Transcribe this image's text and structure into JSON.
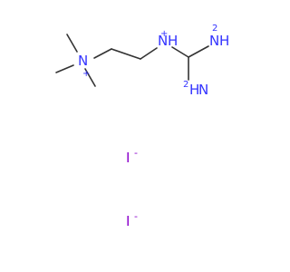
{
  "molecule": {
    "atoms": {
      "quat_n": {
        "symbol": "N",
        "charge": "+"
      },
      "imine_n": {
        "symbol": "N",
        "hydrogen": "H",
        "charge": "+"
      },
      "amine_top": {
        "symbol": "N",
        "hydrogen": "H",
        "h_count": "2"
      },
      "amine_bottom": {
        "symbol": "N",
        "hydrogen": "H",
        "h_count": "2"
      }
    },
    "counter_ions": [
      {
        "symbol": "I",
        "charge": "-"
      },
      {
        "symbol": "I",
        "charge": "-"
      }
    ]
  },
  "colors": {
    "nitrogen": "#3333ff",
    "iodine": "#8a00cc",
    "bond": "#333333",
    "background": "#ffffff"
  }
}
